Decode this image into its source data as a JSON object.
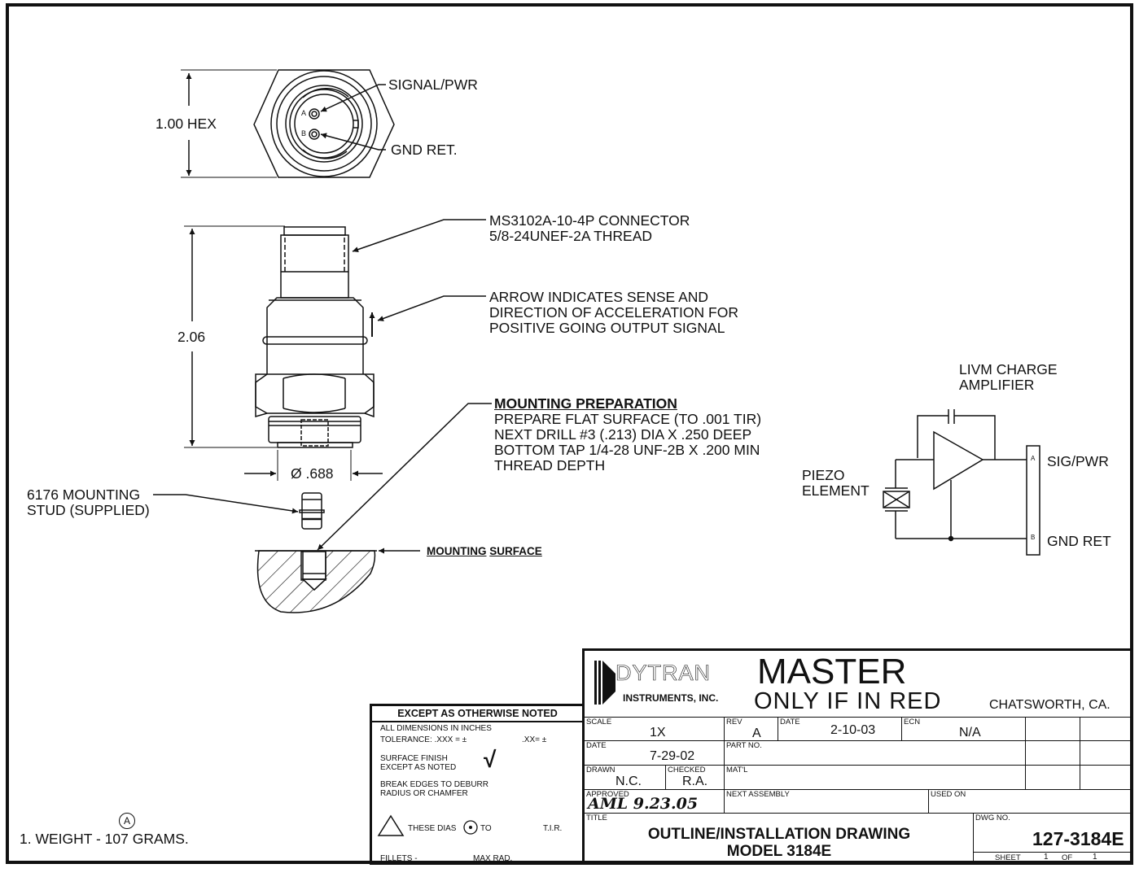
{
  "views": {
    "end_view": {
      "dimension": "1.00 HEX",
      "pin_a": "A",
      "pin_b": "B",
      "callout_signal": "SIGNAL/PWR",
      "callout_ground": "GND RET."
    },
    "side_view": {
      "height_dimension": "2.06",
      "diameter_dimension": "Ø .688",
      "connector_callout": [
        "MS3102A-10-4P CONNECTOR",
        "5/8-24UNEF-2A THREAD"
      ],
      "arrow_callout": [
        "ARROW INDICATES SENSE AND",
        "DIRECTION OF ACCELERATION FOR",
        "POSITIVE GOING OUTPUT SIGNAL"
      ],
      "mounting_prep_title": "MOUNTING PREPARATION",
      "mounting_prep_lines": [
        "PREPARE FLAT SURFACE (TO .001 TIR)",
        "NEXT DRILL #3 (.213) DIA X .250 DEEP",
        "BOTTOM TAP 1/4-28 UNF-2B X .200 MIN",
        "THREAD DEPTH"
      ],
      "stud_callout": [
        "6176 MOUNTING",
        "STUD (SUPPLIED)"
      ],
      "surface_callout_a": "MOUNTING",
      "surface_callout_b": "SURFACE"
    },
    "schematic": {
      "title": [
        "LIVM CHARGE",
        "AMPLIFIER"
      ],
      "piezo_label": [
        "PIEZO",
        "ELEMENT"
      ],
      "terminal_a": "A",
      "terminal_b": "B",
      "signal_label": "SIG/PWR",
      "ground_label": "GND RET"
    }
  },
  "notes": {
    "revision_marker": "A",
    "weight_note": "1.  WEIGHT - 107 GRAMS."
  },
  "tolerance_block": {
    "header": "EXCEPT AS OTHERWISE NOTED",
    "dimensions": "ALL DIMENSIONS  IN INCHES",
    "tolerance_xxx": "TOLERANCE:  .XXX = ±",
    "tolerance_xx": ".XX= ±",
    "surface_finish": [
      "SURFACE  FINISH",
      "EXCEPT  AS NOTED"
    ],
    "surface_symbol": "√",
    "break_edges": [
      "BREAK EDGES TO DEBURR",
      "RADIUS OR CHAMFER"
    ],
    "these_dias": "THESE  DIAS",
    "to": "TO",
    "tir": "T.I.R.",
    "fillets": "FILLETS -",
    "max_rad": "MAX RAD."
  },
  "title_block": {
    "company_logo": "DYTRAN",
    "company_sub": "INSTRUMENTS,  INC.",
    "stamp_line1": "MASTER",
    "stamp_line2": "ONLY IF IN RED",
    "location": "CHATSWORTH,  CA.",
    "scale_caption": "SCALE",
    "scale": "1X",
    "rev_caption": "REV",
    "rev": "A",
    "rev_date_caption": "DATE",
    "rev_date": "2-10-03",
    "ecn_caption": "ECN",
    "ecn": "N/A",
    "date_caption": "DATE",
    "date": "7-29-02",
    "part_no_caption": "PART NO.",
    "drawn_caption": "DRAWN",
    "drawn": "N.C.",
    "checked_caption": "CHECKED",
    "checked": "R.A.",
    "matl_caption": "MAT'L",
    "approved_caption": "APPROVED",
    "approved": "AML 9.23.05",
    "next_assembly_caption": "NEXT ASSEMBLY",
    "used_on_caption": "USED ON",
    "title_caption": "TITLE",
    "title_line1": "OUTLINE/INSTALLATION  DRAWING",
    "title_line2": "MODEL 3184E",
    "dwg_no_caption": "DWG NO.",
    "dwg_no": "127-3184E",
    "sheet_caption": "SHEET",
    "sheet": "1",
    "of_caption": "OF",
    "sheet_total": "1"
  }
}
